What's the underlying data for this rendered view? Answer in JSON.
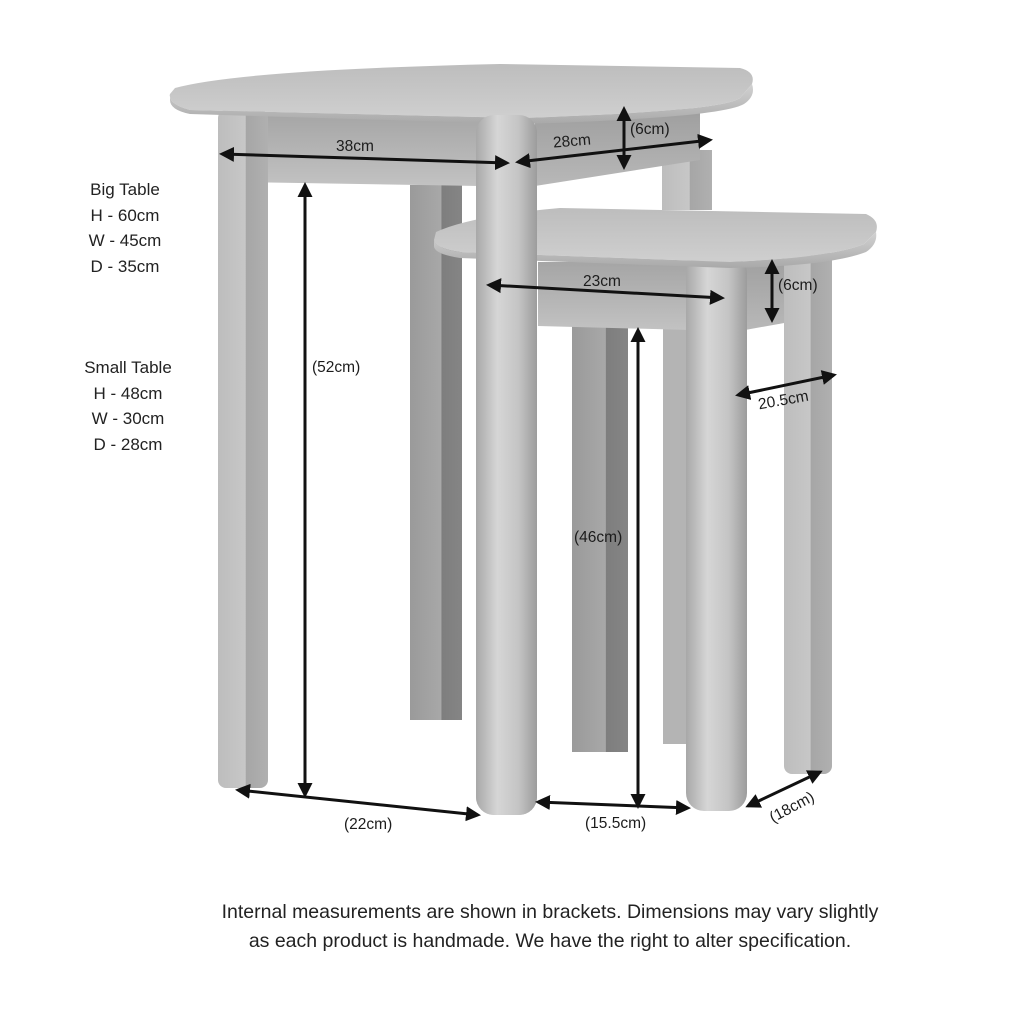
{
  "specs": {
    "big_table": {
      "title": "Big Table",
      "height": "H - 60cm",
      "width": "W - 45cm",
      "depth": "D - 35cm"
    },
    "small_table": {
      "title": "Small Table",
      "height": "H - 48cm",
      "width": "W - 30cm",
      "depth": "D - 28cm"
    }
  },
  "dimension_labels": {
    "big_apron_width": "38cm",
    "big_apron_depth": "28cm",
    "big_apron_height": "(6cm)",
    "big_internal_height": "(52cm)",
    "big_internal_width": "(22cm)",
    "small_apron_width": "23cm",
    "small_apron_height": "(6cm)",
    "small_apron_depth": "20.5cm",
    "small_internal_height": "(46cm)",
    "small_internal_width": "(15.5cm)",
    "small_internal_depth": "(18cm)"
  },
  "footnote": {
    "line1": "Internal measurements are shown in brackets. Dimensions may vary slightly",
    "line2": "as each product is handmade. We have the right to alter specification."
  },
  "colors": {
    "background": "#ffffff",
    "wood_light": "#c9c9c9",
    "wood_mid": "#b3b3b3",
    "wood_dark": "#8f8f8f",
    "arrow": "#111111",
    "text": "#222222"
  }
}
